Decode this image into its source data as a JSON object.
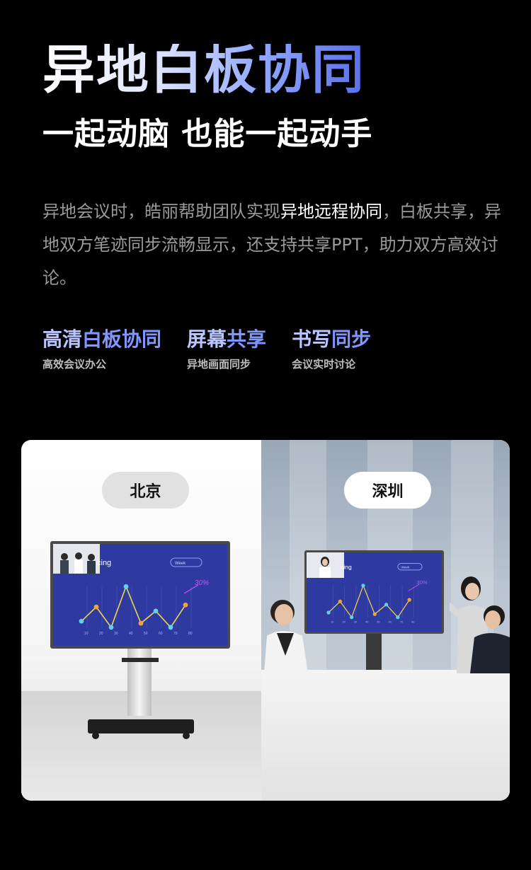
{
  "header": {
    "title": "异地白板协同",
    "subtitle": "一起动脑 也能一起动手"
  },
  "description": {
    "part1": "异地会议时，皓丽帮助团队实现",
    "highlight": "异地远程协同",
    "part2": "，白板共享，异地双方笔迹同步流畅显示，还支持共享PPT，助力双方高效讨论。"
  },
  "features": [
    {
      "title_a": "高清",
      "title_b": "白板协同",
      "subtitle": "高效会议办公"
    },
    {
      "title_a": "屏幕",
      "title_b": "共享",
      "subtitle": "异地画面同步"
    },
    {
      "title_a": "书写",
      "title_b": "同步",
      "subtitle": "会议实时讨论"
    }
  ],
  "photo": {
    "left_city": "北京",
    "right_city": "深圳"
  },
  "screen_content": {
    "heading": "cing",
    "dropdown": "Week",
    "annotation": "30%",
    "x_labels": [
      "10",
      "20",
      "30",
      "40",
      "50",
      "60",
      "70",
      "80"
    ]
  },
  "colors": {
    "accent_light": "#b9c6ff",
    "accent": "#8097ff",
    "screen_bg": "#2f3aa1"
  }
}
